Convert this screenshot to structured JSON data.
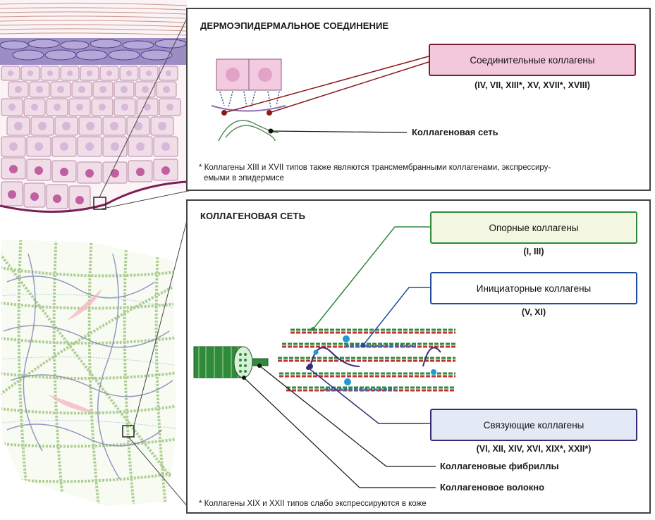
{
  "panel_top": {
    "title": "ДЕРМОЭПИДЕРМАЛЬНОЕ СОЕДИНЕНИЕ",
    "box_label": "Соединительные коллагены",
    "box_types": "(IV, VII, XIII*, XV, XVII*, XVIII)",
    "network_label": "Коллагеновая сеть",
    "footnote_line1": "* Коллагены XIII и XVII типов также являются трансмембранными коллагенами, экспрессиру-",
    "footnote_line2": "емыми в эпидермисе"
  },
  "panel_bottom": {
    "title": "КОЛЛАГЕНОВАЯ СЕТЬ",
    "support_label": "Опорные коллагены",
    "support_types": "(I, III)",
    "initiator_label": "Инициаторные коллагены",
    "initiator_types": "(V, XI)",
    "linking_label": "Связующие коллагены",
    "linking_types": "(VI, XII, XIV, XVI, XIX*, XXII*)",
    "fibrils_label": "Коллагеновые фибриллы",
    "fiber_label": "Коллагеновое волокно",
    "footnote": "* Коллагены XIX и XXII типов слабо экспрессируются в коже"
  },
  "colors": {
    "connective_fill": "#f3c8dc",
    "connective_border": "#7a1f2e",
    "support_fill": "#f3f6e0",
    "support_border": "#2e8b3a",
    "initiator_fill": "#ffffff",
    "initiator_border": "#1f4e9c",
    "linking_fill": "#e3eaf6",
    "linking_border": "#3a2a7a"
  }
}
